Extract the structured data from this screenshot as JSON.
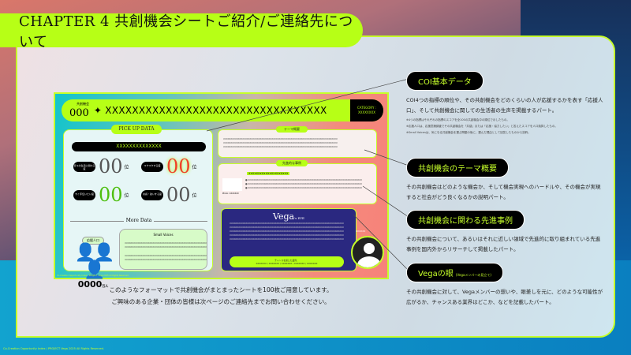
{
  "title": "CHAPTER 4 共創機会シートご紹介/ご連絡先について",
  "sheet": {
    "id_label": "共創機会",
    "id": "000",
    "name": "✦ XXXXXXXXXXXXXXXXXXXXXXXXXXXXXXXXX",
    "category_label": "CATEGORY :",
    "category_value": "XXXXXXXX",
    "pickup_label": "PICK UP DATA",
    "pickup_bar": "XXXXXXXXXXXXXX",
    "ranks": [
      {
        "tag": "日々の生活に関わる度",
        "value": "00",
        "unit": "位"
      },
      {
        "tag": "ワクワクする度",
        "value": "00",
        "unit": "位"
      },
      {
        "tag": "すぐ手伝いたい度",
        "value": "00",
        "unit": "位"
      },
      {
        "tag": "共感・熱いする度",
        "value": "00",
        "unit": "位"
      }
    ],
    "more_data": "More Data",
    "support_label": "応援人口",
    "support_value": "0000",
    "support_unit": "万人",
    "small_voices": "Small Voices",
    "theme_label": "テーマ概要",
    "cases_label": "先進的な事例",
    "cases_title": "XXXXXXXXXXXXXXXXXXXXX",
    "photo_caption": "Photo: XXXXXXX",
    "vega_title": "Vega",
    "vega_sub": "'s EYE",
    "vega_members_label": "チャンスを感じた業界：",
    "vega_members": "XXXXXXX / XXXXXXX / XXXXXXX / XXXXXXX / XXXXXXX",
    "avatar_label": "XXXXXX",
    "filler": "XXXXXXXXXXXXXXXXXXXXXXXXXXXXXXXXXXXXXXXXXXXXXXXXXXXXXXXXXXXXXXXXXXXXXXXXXXXXXX",
    "footer": "Co-Creation Opportunity Index / PROJECT Vega 2025 All Rights Reserved."
  },
  "caption": [
    "このようなフォーマットで共創機会がまとまったシートを100枚ご用意しています。",
    "ご興味のある企業・団体の皆様は次ページのご連絡先までお問い合わせください。"
  ],
  "sections": [
    {
      "heading": "COI基本データ",
      "body": "COI4つの指標の順位や、その共創機会をどのくらいの人が応援するかを表す「応援人口」、そして共創機会に関しての生活者の生声を掲載するパート。",
      "notes": [
        "※4つの指標はそれぞれの指標のスコアを全100の共創機会中の順位で示したもの。",
        "※応援人口は、応援意識調査でその共創機会を「共感」または「応援・協力したい」と答えたスコアを人口換算したもの。",
        "※Small Voicesは、気になる共創機会を選ぶ問題の後に、選んだ理由として回答したものから抜粋。"
      ]
    },
    {
      "heading": "共創機会のテーマ概要",
      "body": "その共創機会はどのような機会か、そして機会実現へのハードルや、その機会が実現すると社会がどう良くなるかの説明パート。"
    },
    {
      "heading": "共創機会に関わる先進事例",
      "body": "その共創機会について、あるいはそれに近しい領域で先進的に取り組まれている先進事例を国内外からリサーチして掲載したパート。"
    },
    {
      "heading": "Vegaの眼",
      "heading_sub": "(Vegaメンバーの見立て)",
      "body": "その共創機会に対して、Vegaメンバーの想いや、眼差しを元に、どのような可能性が広がるか、チャンスある業界はどこか、などを記載したパート。"
    }
  ],
  "copyright": "Co-Creation Opportunity Index / PROJECT Vega 2025 All Rights Reserved.",
  "colors": {
    "accent": "#b7ff16",
    "navy": "#2a2880",
    "coral": "#f7827a"
  }
}
